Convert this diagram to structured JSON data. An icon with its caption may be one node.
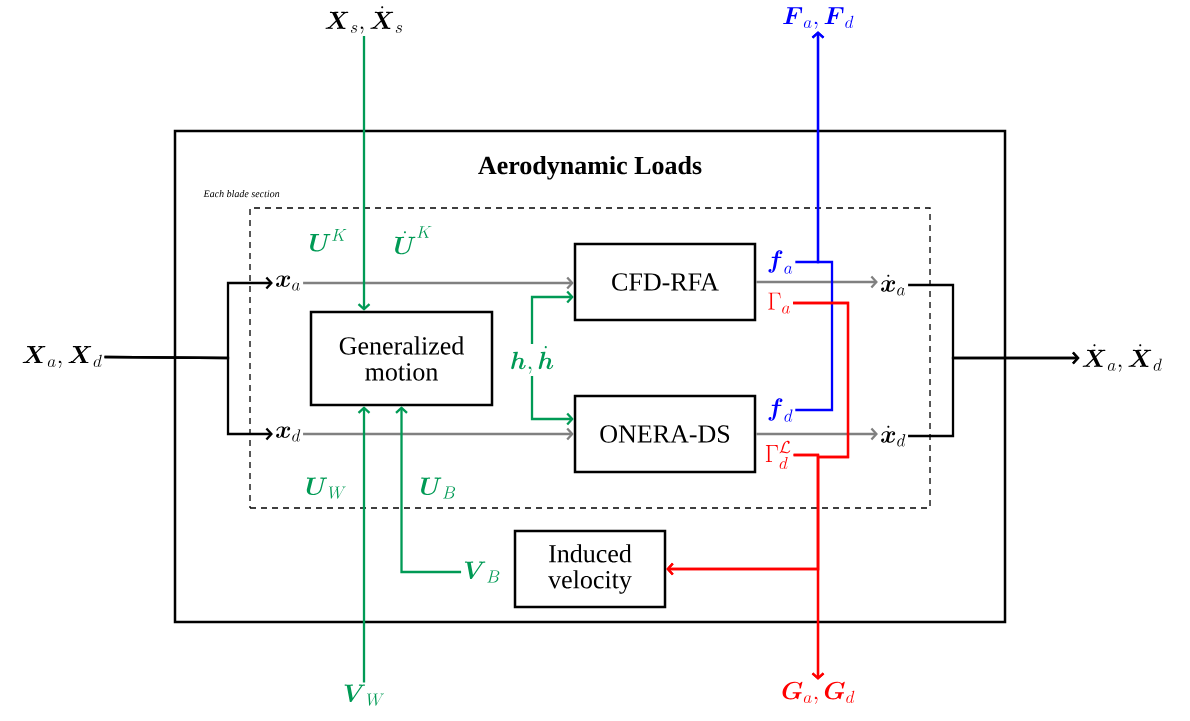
{
  "diagram": {
    "nodes": [
      {
        "text": [
          "Aerodynamic Loads"
        ]
      },
      {
        "text": [
          "Each blade section"
        ],
        "in": 0
      },
      {
        "text": [
          "Generalized motion"
        ],
        "in": 1
      },
      {
        "text": [
          "CFD-RFA"
        ],
        "in": 1
      },
      {
        "text": [
          "ONERA-DS"
        ],
        "in": 1
      },
      {
        "text": [
          "Induced velocity"
        ],
        "in": 0
      },
      {
        "text": [
          "\\boldsymbol{X}_a, \\boldsymbol{X}_d"
        ]
      },
      {
        "text": [
          "\\boldsymbol{x}_a"
        ],
        "in": 1
      },
      {
        "text": [
          "\\boldsymbol{x}_d"
        ],
        "in": 1
      },
      {
        "text": [
          "\\dot{\\boldsymbol{x}}_a"
        ],
        "in": 1
      },
      {
        "text": [
          "\\dot{\\boldsymbol{x}}_d"
        ],
        "in": 1
      },
      {
        "text": [
          "\\dot{\\boldsymbol{X}}_a, \\dot{\\boldsymbol{X}}_d"
        ]
      },
      {
        "text": [
          "\\boldsymbol{X}_s, \\dot{\\boldsymbol{X}}_s"
        ]
      },
      {
        "text": [
          "\\boldsymbol{V}_W"
        ]
      },
      {
        "text": [
          "\\boldsymbol{F}_a, \\boldsymbol{F}_d"
        ]
      },
      {
        "text": [
          "\\boldsymbol{G}_a, \\boldsymbol{G}_d"
        ]
      },
      {
        "text": [
          "\\boldsymbol{h}, \\dot{\\boldsymbol{h}}"
        ],
        "in": 1
      },
      {
        "text": [
          "\\boldsymbol{f}_a"
        ],
        "in": 1
      },
      {
        "text": [
          "\\Gamma_a"
        ],
        "in": 1
      },
      {
        "text": [
          "\\boldsymbol{f}_d"
        ],
        "in": 1
      },
      {
        "text": [
          "\\Gamma_d^{\\mathcal{L}}"
        ],
        "in": 1
      },
      {
        "text": [
          "\\boldsymbol{V}_B"
        ],
        "in": 0
      }
    ],
    "edges": [
      {
        "from": 6,
        "to": 7,
        "arrow": "to",
        "color": "#000000"
      },
      {
        "from": 6,
        "to": 8,
        "arrow": "to",
        "color": "#000000"
      },
      {
        "from": 7,
        "to": 3,
        "arrow": "to",
        "color": "#808080"
      },
      {
        "from": 8,
        "to": 4,
        "arrow": "to",
        "color": "#808080"
      },
      {
        "from": 3,
        "to": 9,
        "arrow": "to",
        "color": "#808080"
      },
      {
        "from": 4,
        "to": 10,
        "arrow": "to",
        "color": "#808080"
      },
      {
        "from": 9,
        "to": 11,
        "arrow": "to",
        "color": "#000000"
      },
      {
        "from": 10,
        "to": 11,
        "arrow": "to",
        "color": "#000000"
      },
      {
        "from": 12,
        "to": 2,
        "arrow": "to",
        "color": "#009a55",
        "label": "\\boldsymbol{U}^K"
      },
      {
        "from": 13,
        "to": 2,
        "arrow": "to",
        "color": "#009a55",
        "label": "\\boldsymbol{U}_W"
      },
      {
        "from": 21,
        "to": 2,
        "arrow": "to",
        "color": "#009a55",
        "label": "\\boldsymbol{U}_B"
      },
      {
        "from": 16,
        "to": 3,
        "arrow": "to",
        "color": "#009a55"
      },
      {
        "from": 16,
        "to": 4,
        "arrow": "to",
        "color": "#009a55"
      },
      {
        "from": 17,
        "to": 14,
        "arrow": "to",
        "color": "#0000ff"
      },
      {
        "from": 19,
        "to": 14,
        "arrow": "to",
        "color": "#0000ff"
      },
      {
        "from": 18,
        "to": 15,
        "arrow": "to",
        "color": "#ff0000"
      },
      {
        "from": 20,
        "to": 15,
        "arrow": "to",
        "color": "#ff0000"
      },
      {
        "from": 18,
        "to": 5,
        "arrow": "to",
        "color": "#ff0000"
      },
      {
        "from": 20,
        "to": 5,
        "arrow": "to",
        "color": "#ff0000"
      }
    ],
    "labels": [
      "\\dot{\\boldsymbol{U}}^K"
    ]
  }
}
